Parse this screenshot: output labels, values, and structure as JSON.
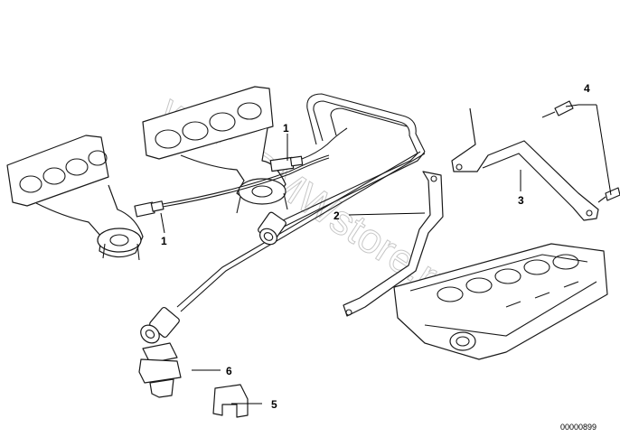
{
  "watermark": "www.BMWstore.ru",
  "catalog_number": "00000899",
  "callouts": {
    "c1_upper": "1",
    "c1_lower": "1",
    "c2": "2",
    "c3": "3",
    "c4": "4",
    "c5": "5",
    "c6": "6"
  }
}
